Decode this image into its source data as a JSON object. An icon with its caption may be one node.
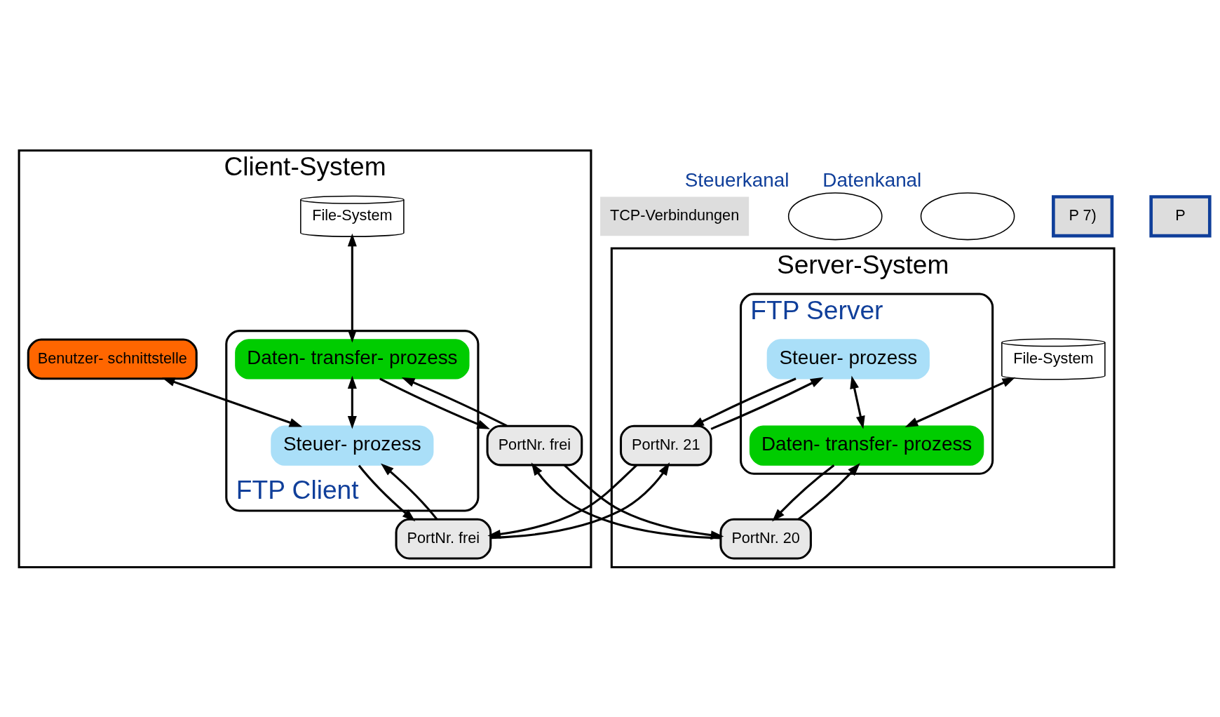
{
  "diagram": {
    "nodes": [
      {
        "text": [
          "Client-System"
        ]
      },
      {
        "text": [
          "File-System"
        ],
        "in": 0
      },
      {
        "text": [
          "Benutzer- schnittstelle"
        ],
        "in": 0
      },
      {
        "text": [
          "FTP Client"
        ],
        "in": 0
      },
      {
        "text": [
          "Daten- transfer- prozess"
        ],
        "in": 3
      },
      {
        "text": [
          "Steuer- prozess"
        ],
        "in": 3
      },
      {
        "text": [
          "PortNr. frei"
        ],
        "in": 0
      },
      {
        "text": [
          "PortNr. frei"
        ],
        "in": 0
      },
      {
        "text": [
          "Server-System"
        ]
      },
      {
        "text": [
          "File-System"
        ],
        "in": 8
      },
      {
        "text": [
          "FTP Server"
        ],
        "in": 8
      },
      {
        "text": [
          "Steuer- prozess"
        ],
        "in": 10
      },
      {
        "text": [
          "Daten- transfer- prozess"
        ],
        "in": 10
      },
      {
        "text": [
          "PortNr. 21"
        ],
        "in": 8
      },
      {
        "text": [
          "PortNr. 20"
        ],
        "in": 8
      },
      {
        "text": [
          "TCP-Verbindungen"
        ]
      },
      {
        "text": [],
        "shape": "ellipse",
        "beside": [
          "Steuerkanal"
        ]
      },
      {
        "text": [],
        "shape": "ellipse",
        "beside": [
          "Datenkanal"
        ]
      },
      {
        "text": [
          "P 7)"
        ]
      },
      {
        "text": [
          "P"
        ]
      }
    ],
    "edges": [
      {
        "from": 1,
        "to": 4,
        "arrow": "both"
      },
      {
        "from": 2,
        "to": 5,
        "arrow": "both"
      },
      {
        "from": 4,
        "to": 5,
        "arrow": "both"
      },
      {
        "from": 4,
        "to": 6,
        "arrow": "to"
      },
      {
        "from": 6,
        "to": 4,
        "arrow": "to"
      },
      {
        "from": 5,
        "to": 7,
        "arrow": "to"
      },
      {
        "from": 7,
        "to": 5,
        "arrow": "to"
      },
      {
        "from": 9,
        "to": 12,
        "arrow": "both"
      },
      {
        "from": 11,
        "to": 12,
        "arrow": "both"
      },
      {
        "from": 11,
        "to": 13,
        "arrow": "to"
      },
      {
        "from": 13,
        "to": 11,
        "arrow": "to"
      },
      {
        "from": 12,
        "to": 14,
        "arrow": "to"
      },
      {
        "from": 14,
        "to": 12,
        "arrow": "to"
      },
      {
        "from": 7,
        "to": 13,
        "arrow": "to"
      },
      {
        "from": 13,
        "to": 7,
        "arrow": "to"
      },
      {
        "from": 6,
        "to": 14,
        "arrow": "to"
      },
      {
        "from": 14,
        "to": 6,
        "arrow": "to"
      }
    ]
  }
}
